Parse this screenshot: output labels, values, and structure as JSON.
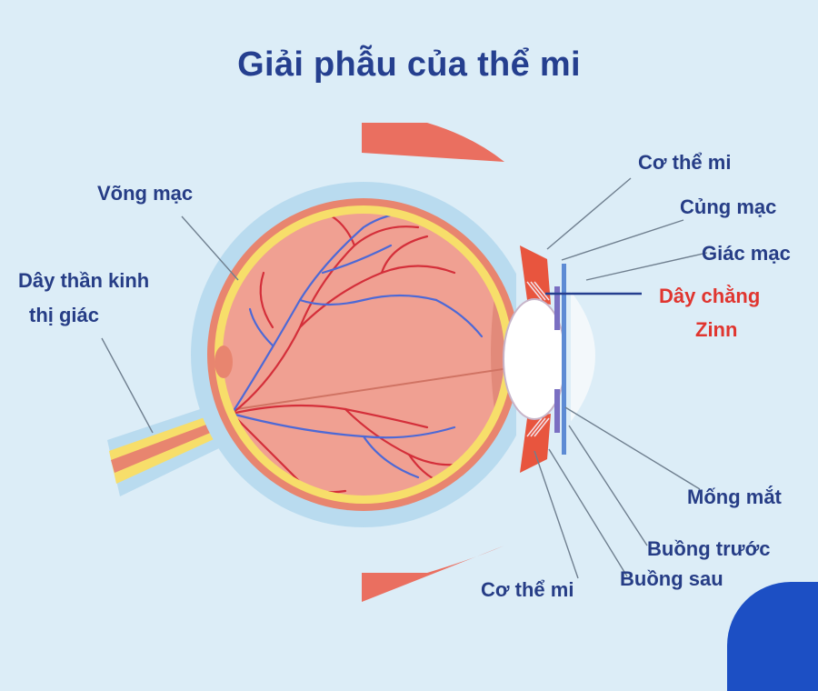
{
  "title": "Giải phẫu của thể mi",
  "labels": {
    "retina": "Võng mạc",
    "optic_nerve_line1": "Dây thần kinh",
    "optic_nerve_line2": "thị giác",
    "ciliary_body_top": "Cơ thể mi",
    "sclera": "Củng mạc",
    "cornea": "Giác mạc",
    "zonule_line1": "Dây chằng",
    "zonule_line2": "Zinn",
    "iris": "Mống mắt",
    "anterior_chamber": "Buồng trước",
    "posterior_chamber": "Buồng sau",
    "ciliary_body_bottom": "Cơ thể mi"
  },
  "colors": {
    "background": "#dcedf7",
    "title": "#253f8f",
    "label": "#263d86",
    "highlight_label": "#e0352f",
    "sclera": "#b9dbef",
    "choroid": "#e8856f",
    "retina": "#f7de6a",
    "vitreous": "#f0a092",
    "artery": "#d42f3a",
    "vein": "#4d69d6"
  }
}
